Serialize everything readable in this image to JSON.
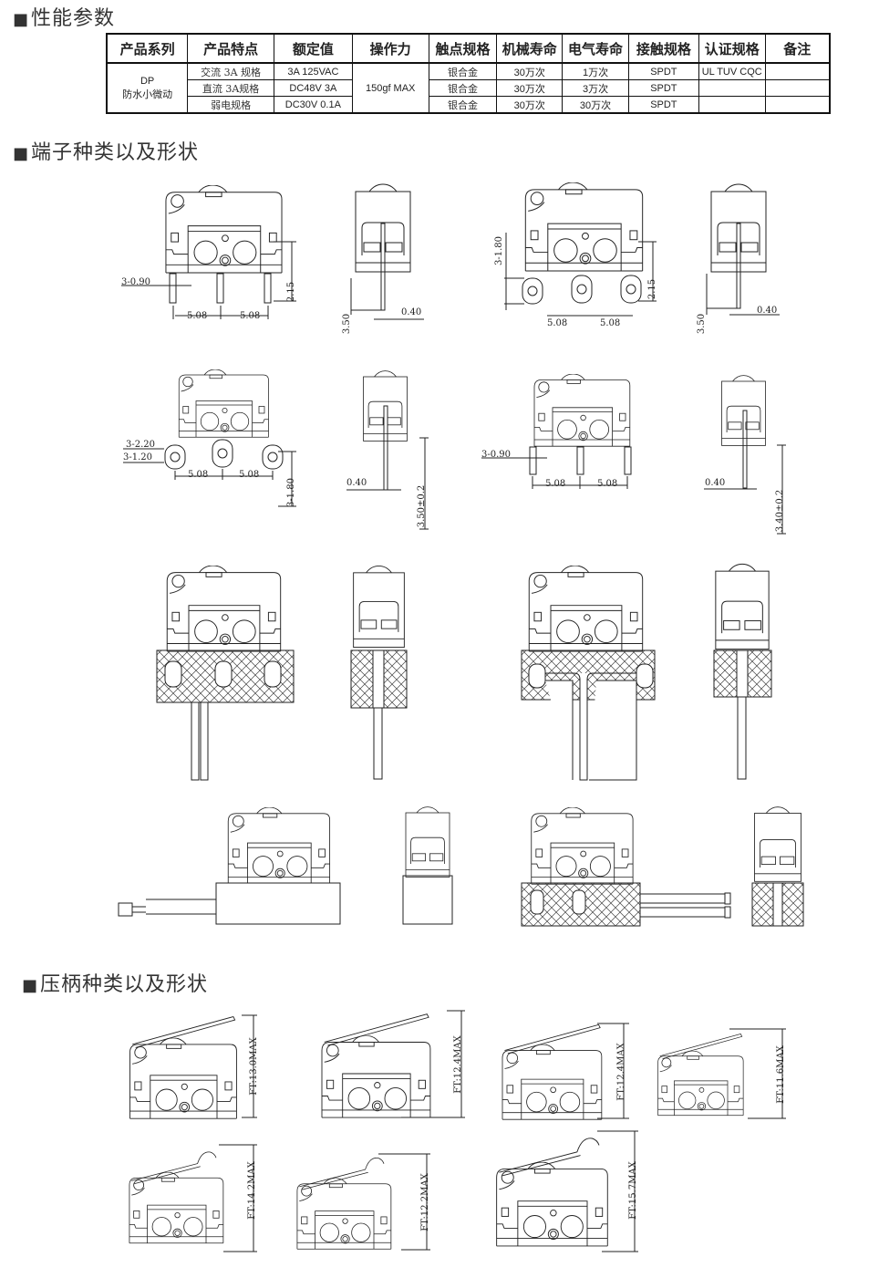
{
  "sections": {
    "performance": "性能参数",
    "terminals": "端子种类以及形状",
    "levers": "压柄种类以及形状"
  },
  "table": {
    "headers": [
      "产品系列",
      "产品特点",
      "额定值",
      "操作力",
      "触点规格",
      "机械寿命",
      "电气寿命",
      "接触规格",
      "认证规格",
      "备注"
    ],
    "series": "DP",
    "series_sub": "防水小微动",
    "operating_force": "150gf MAX",
    "rows": [
      {
        "feature": "交流 3A 规格",
        "rating": "3A 125VAC",
        "contact": "银合金",
        "mech_life": "30万次",
        "elec_life": "1万次",
        "type": "SPDT",
        "cert": "UL TUV CQC",
        "note": ""
      },
      {
        "feature": "直流 3A规格",
        "rating": "DC48V 3A",
        "contact": "银合金",
        "mech_life": "30万次",
        "elec_life": "3万次",
        "type": "SPDT",
        "cert": "",
        "note": ""
      },
      {
        "feature": "弱电规格",
        "rating": "DC30V 0.1A",
        "contact": "银合金",
        "mech_life": "30万次",
        "elec_life": "30万次",
        "type": "SPDT",
        "cert": "",
        "note": ""
      }
    ]
  },
  "terminals": {
    "dims": [
      "3-0.90",
      "2.15",
      "5.08",
      "5.08",
      "3.50",
      "0.40",
      "3-1.80",
      "2.15",
      "5.08",
      "5.08",
      "3.50",
      "0.40",
      "3-2.20",
      "3-1.20",
      "5.08",
      "5.08",
      "3-1.80",
      "0.40",
      "3.50±0.2",
      "3-0.90",
      "5.08",
      "5.08",
      "0.40",
      "3.40±0.2"
    ]
  },
  "levers": {
    "heights": [
      "FT:13.0MAX",
      "FT:12.4MAX",
      "FT:12.4MAX",
      "FT:11.6MAX",
      "FT:14.2MAX",
      "FT:12.2MAX",
      "FT:15.7MAX"
    ]
  }
}
